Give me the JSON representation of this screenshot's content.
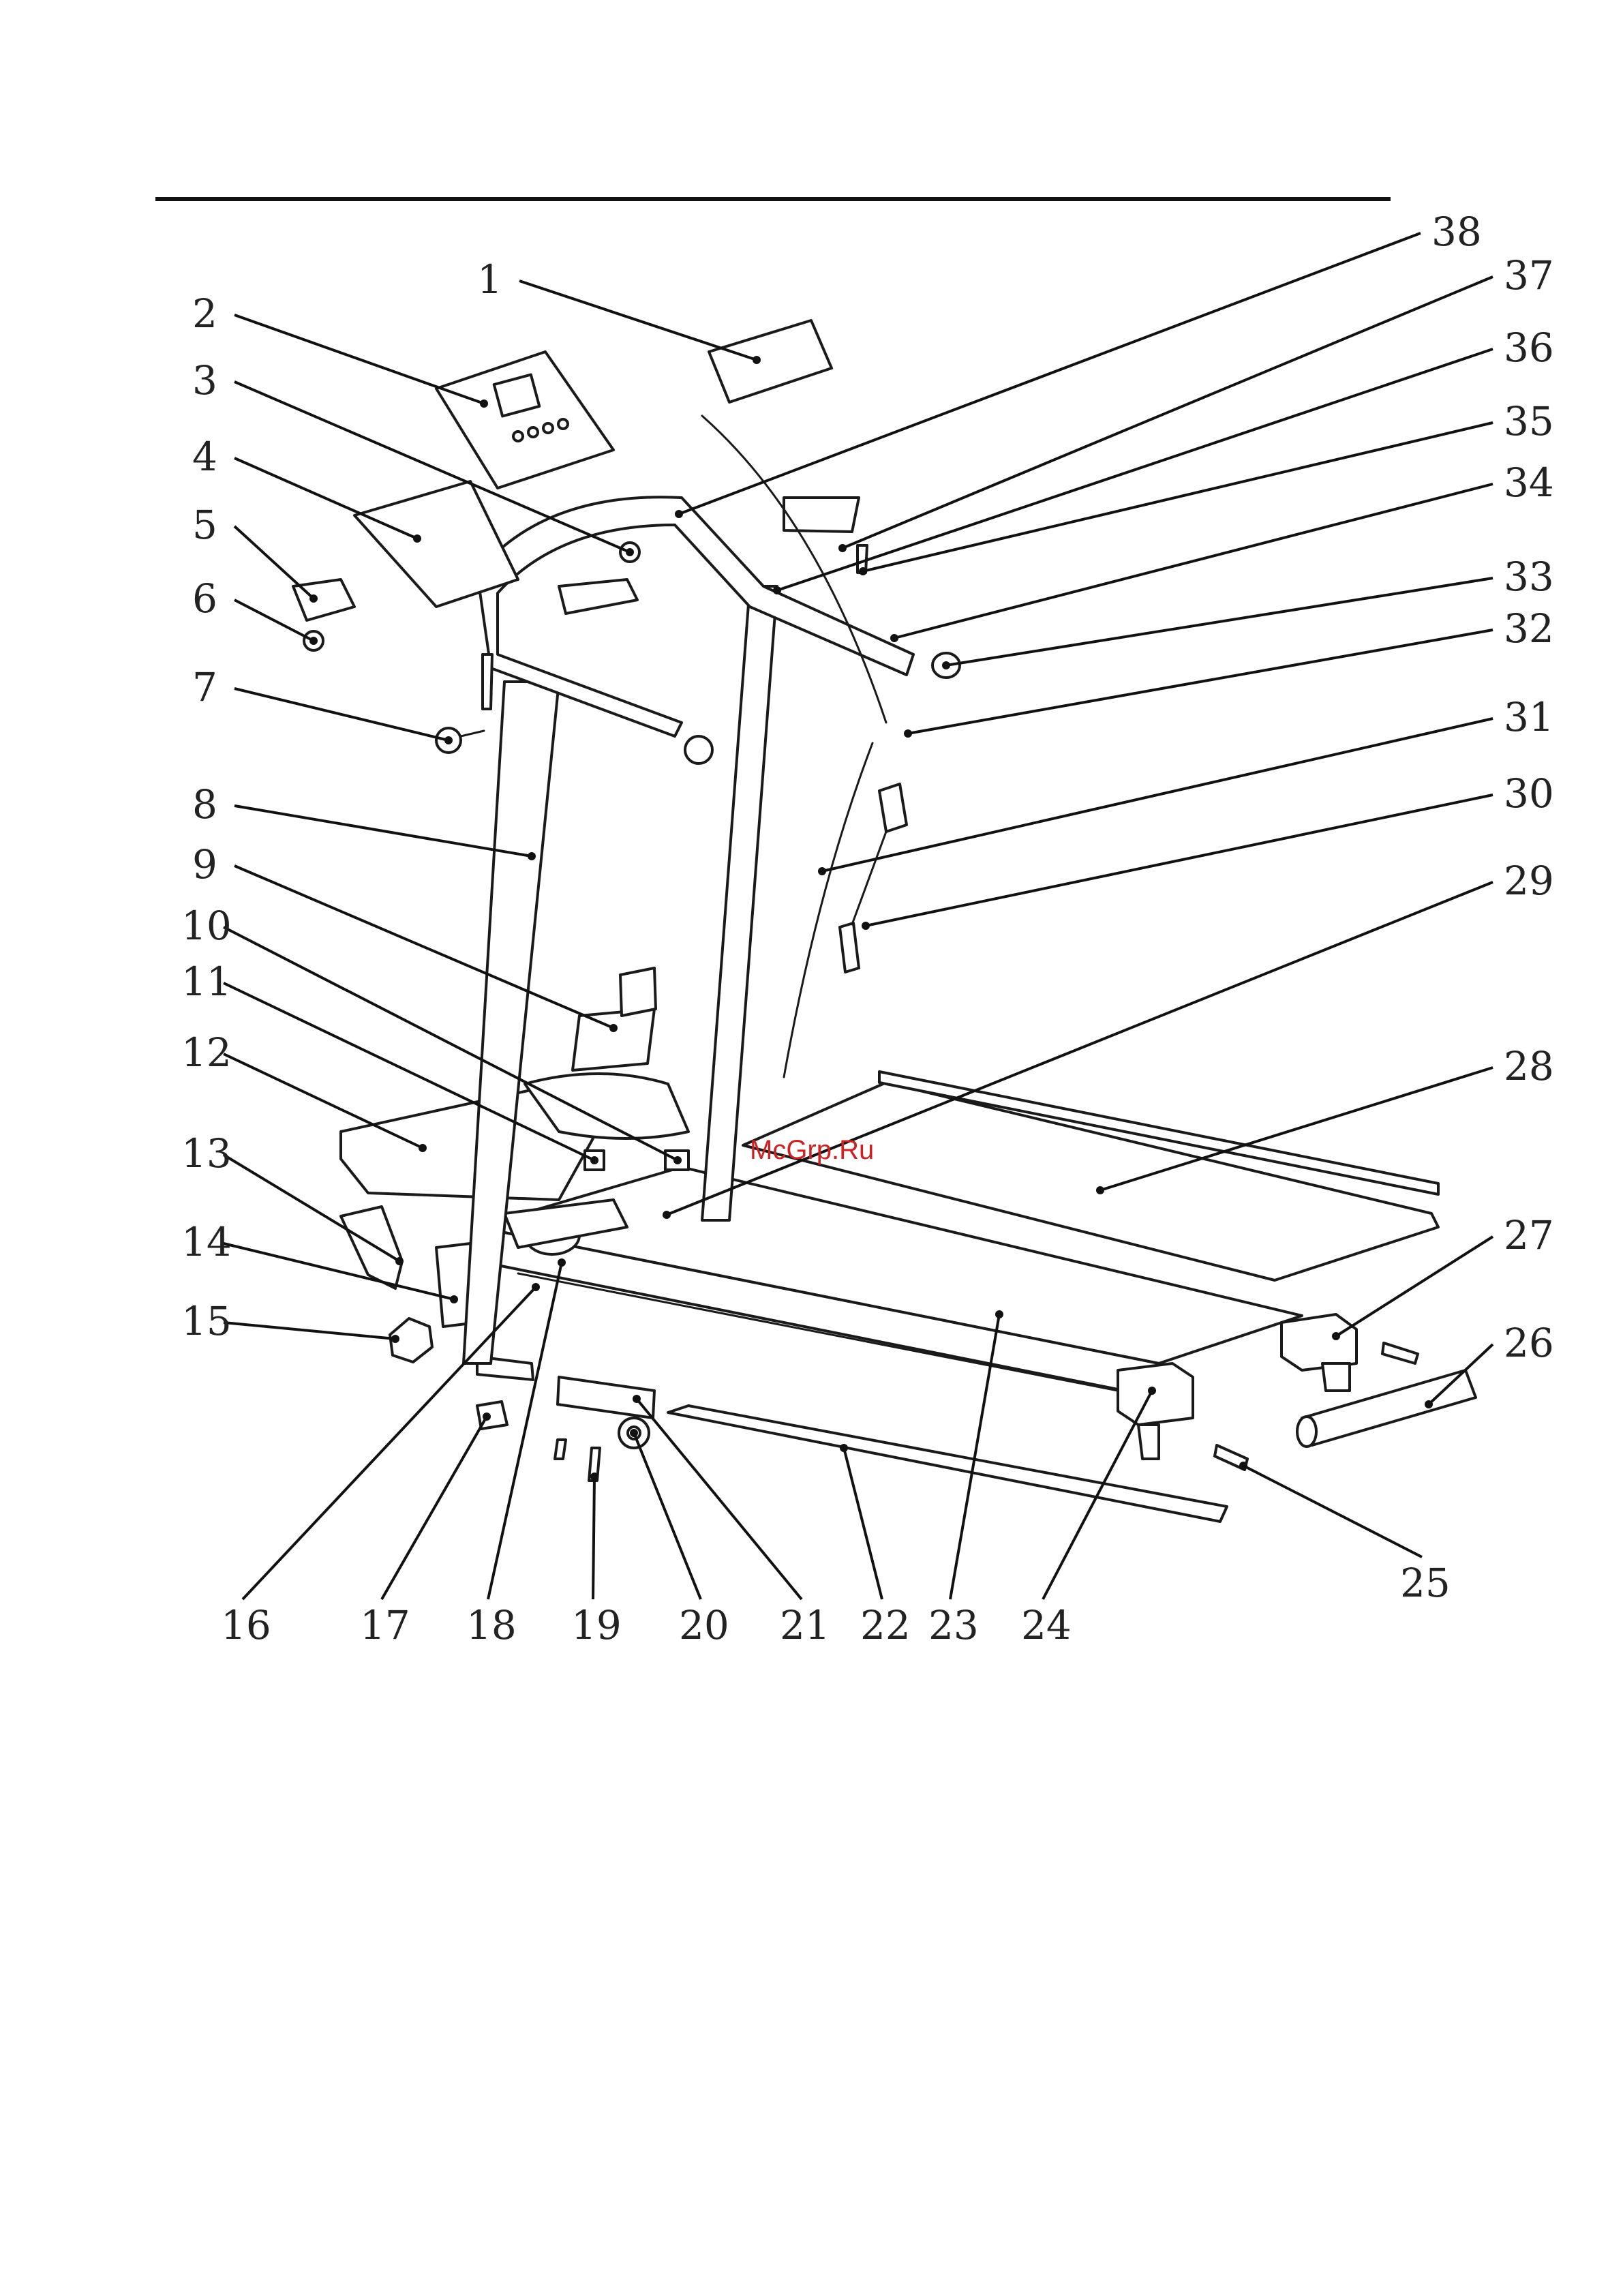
{
  "diagram": {
    "watermark": "McGrp.Ru",
    "accent_color": "#cc2222",
    "callouts": [
      "1",
      "2",
      "3",
      "4",
      "5",
      "6",
      "7",
      "8",
      "9",
      "10",
      "11",
      "12",
      "13",
      "14",
      "15",
      "16",
      "17",
      "18",
      "19",
      "20",
      "21",
      "22",
      "23",
      "24",
      "25",
      "26",
      "27",
      "28",
      "29",
      "30",
      "31",
      "32",
      "33",
      "34",
      "35",
      "36",
      "37",
      "38"
    ]
  }
}
